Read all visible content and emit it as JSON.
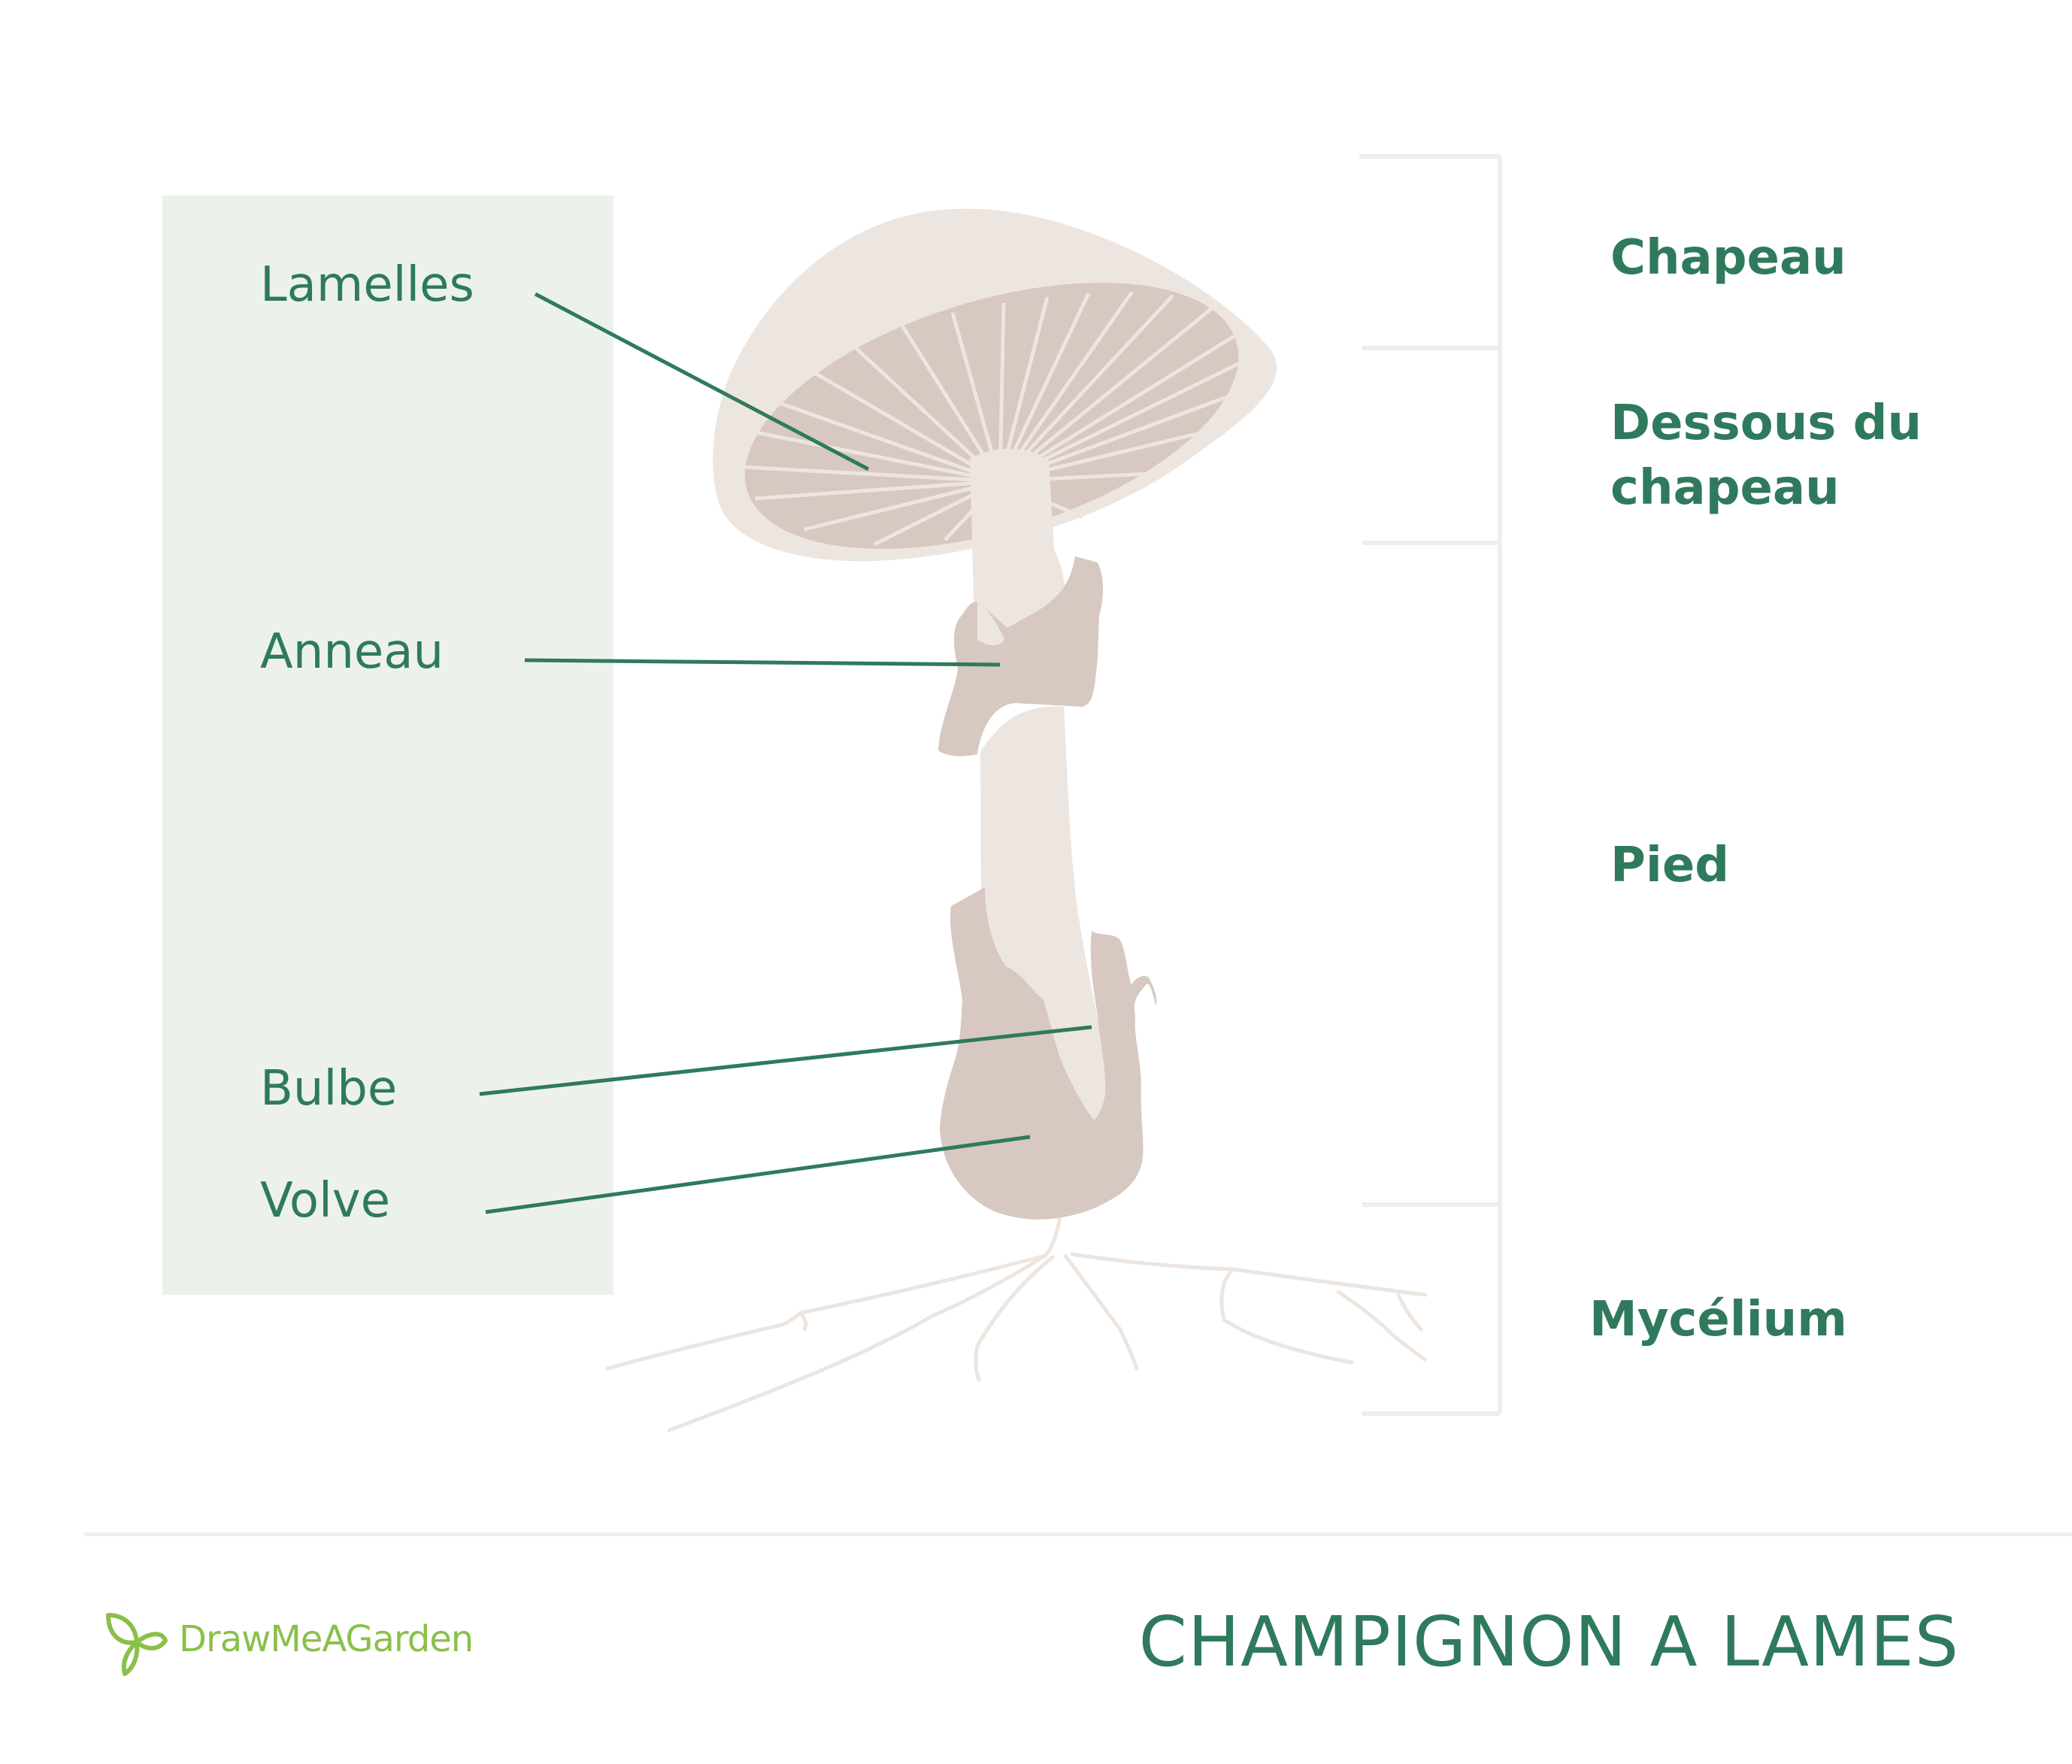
{
  "diagram": {
    "title": "CHAMPIGNON A LAMES",
    "parts": [
      {
        "id": "lamelles",
        "label": "Lamelles"
      },
      {
        "id": "anneau",
        "label": "Anneau"
      },
      {
        "id": "bulbe",
        "label": "Bulbe"
      },
      {
        "id": "volve",
        "label": "Volve"
      }
    ],
    "sections": [
      {
        "id": "chapeau",
        "label": "Chapeau"
      },
      {
        "id": "dessous",
        "label": "Dessous du chapeau"
      },
      {
        "id": "pied",
        "label": "Pied"
      },
      {
        "id": "mycelium",
        "label": "Mycélium"
      }
    ]
  },
  "brand": {
    "name": "DrawMeAGarden",
    "icon": "leaf-sprout-icon"
  },
  "colors": {
    "label_green": "#2f7a5d",
    "brand_green": "#8ac04a",
    "panel_bg": "#edf1ec",
    "mushroom_light": "#ede5df",
    "mushroom_dark": "#d7c8c1",
    "bracket_gray": "#eeeeee"
  }
}
